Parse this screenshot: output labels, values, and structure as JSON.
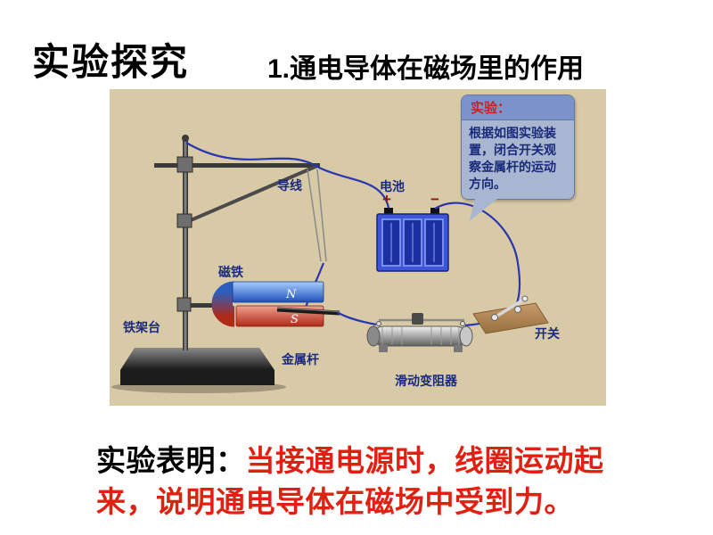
{
  "slide": {
    "title": "实验探究",
    "subtitle": "1.通电导体在磁场里的作用"
  },
  "diagram": {
    "labels": {
      "wire": "导线",
      "battery": "电池",
      "magnet": "磁铁",
      "stand": "铁架台",
      "rod": "金属杆",
      "rheostat": "滑动变阻器",
      "switch": "开关",
      "pole_n": "N",
      "pole_s": "S",
      "battery_plus": "+",
      "battery_minus": "−"
    },
    "callout": {
      "title": "实验：",
      "body": "根据如图实验装置，闭合开关观察金属杆的运动方向。"
    },
    "colors": {
      "diagram_background": "#d9caa7",
      "wire_blue": "#2a35b0",
      "magnet_north_blue": "#2a5fc0",
      "magnet_south_red": "#b02a18",
      "callout_header_bg": "#7a94cb",
      "callout_body_bg": "#a9b6d2",
      "label_navy": "#1a2a7e"
    }
  },
  "conclusion": {
    "prefix": "实验表明：",
    "text": "当接通电源时，线圈运动起来，说明通电导体在磁场中受到力。"
  }
}
